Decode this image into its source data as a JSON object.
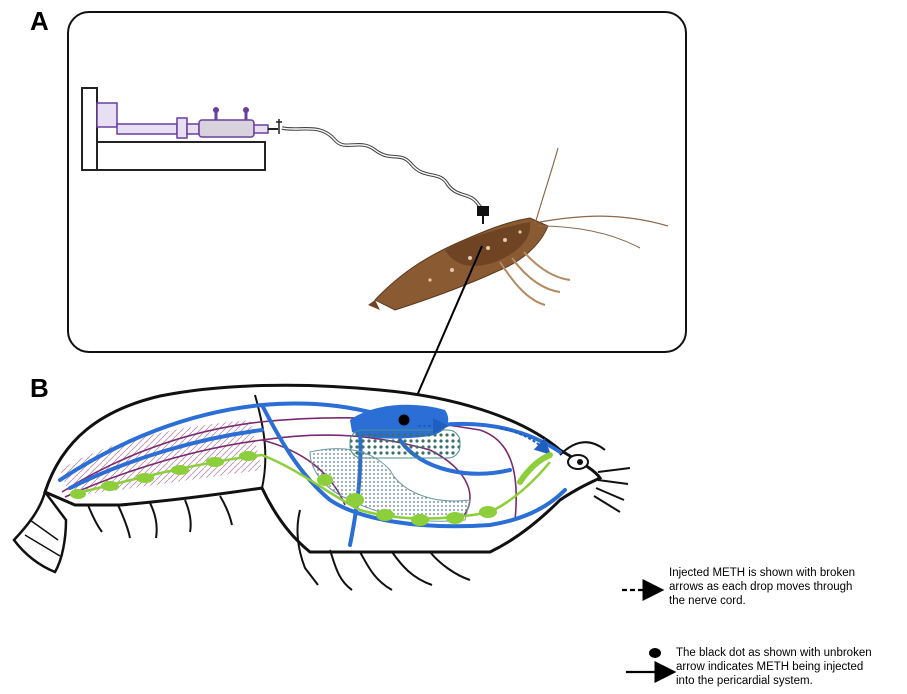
{
  "figure": {
    "panel_a_label": "A",
    "panel_b_label": "B"
  },
  "legend": {
    "broken_arrow_text": "Injected METH is shown with broken\narrows as  each drop moves through\n   the nerve cord.",
    "unbroken_arrow_text": "The black dot as shown with unbroken\narrow indicates METH being injected\ninto the pericardial system."
  },
  "colors": {
    "blood_vessel": "#2b6fd6",
    "nerve_cord": "#8ccf3a",
    "nerve_fiber": "#7a2a6e",
    "pump": "#6a3fa0",
    "crayfish_body": "#8a5a32",
    "outline": "#111111"
  },
  "icons": {
    "syringe_pump": "syringe-pump-icon",
    "crayfish": "crayfish-photo-icon",
    "injection_dot": "black-dot-icon"
  }
}
